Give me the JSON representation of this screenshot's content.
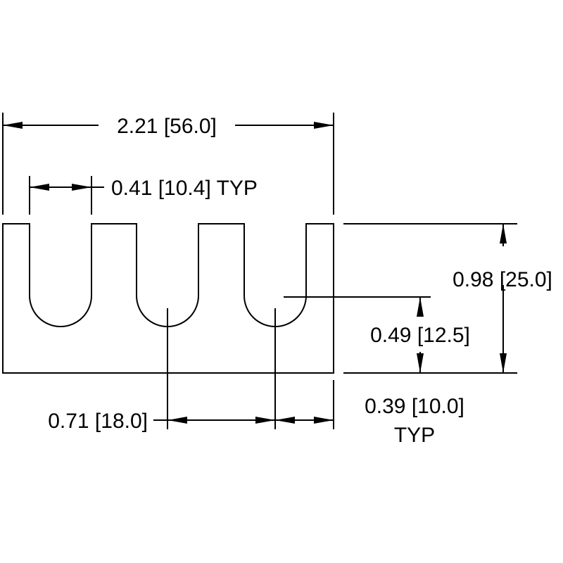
{
  "drawing": {
    "dimensions": {
      "overall_width": "2.21 [56.0]",
      "slot_width": "0.41 [10.4] TYP",
      "overall_height": "0.98 [25.0]",
      "slot_bottom_height": "0.49 [12.5]",
      "slot_pitch": "0.71 [18.0]",
      "end_margin_line1": "0.39 [10.0]",
      "end_margin_line2": "TYP"
    },
    "colors": {
      "line": "#000000",
      "background": "#ffffff"
    }
  }
}
